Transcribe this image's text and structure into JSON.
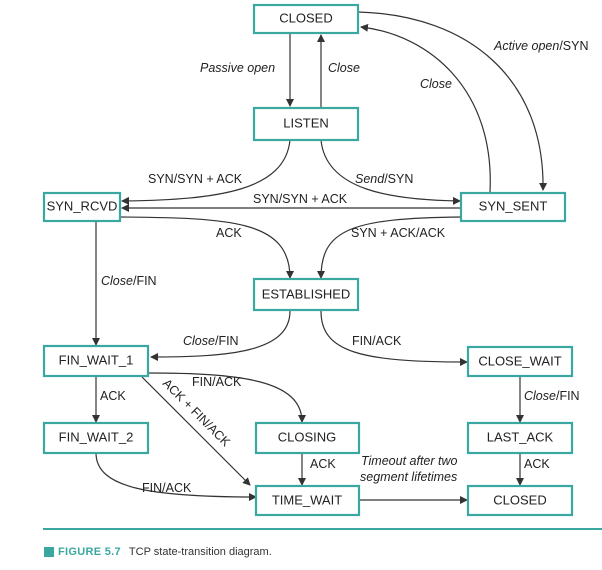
{
  "diagram": {
    "states": {
      "closed_top": "CLOSED",
      "listen": "LISTEN",
      "syn_rcvd": "SYN_RCVD",
      "syn_sent": "SYN_SENT",
      "established": "ESTABLISHED",
      "fin_wait_1": "FIN_WAIT_1",
      "fin_wait_2": "FIN_WAIT_2",
      "closing": "CLOSING",
      "time_wait": "TIME_WAIT",
      "close_wait": "CLOSE_WAIT",
      "last_ack": "LAST_ACK",
      "closed_bottom": "CLOSED"
    },
    "labels": {
      "passive_open": "Passive open",
      "close_listen": "Close",
      "active_open_event": "Active open",
      "active_open_action": "/SYN",
      "close_syn_sent": "Close",
      "syn_synack": "SYN/SYN + ACK",
      "send_event": "Send",
      "send_action": "/SYN",
      "syn_synack_mid": "SYN/SYN + ACK",
      "ack_rcvd": "ACK",
      "synack_ack": "SYN + ACK/ACK",
      "close_fin_event": "Close",
      "close_fin_action": "/FIN",
      "close_fin2_event": "Close",
      "close_fin2_action": "/FIN",
      "fin_ack_est": "FIN/ACK",
      "fin_ack_fw1": "FIN/ACK",
      "ack_fw1": "ACK",
      "ack_fin_ack": "ACK + FIN/ACK",
      "close_fin3_event": "Close",
      "close_fin3_action": "/FIN",
      "ack_closing": "ACK",
      "fin_ack_fw2": "FIN/ACK",
      "timeout_line1": "Timeout after two",
      "timeout_line2": "segment lifetimes",
      "ack_last": "ACK"
    }
  },
  "caption": {
    "figure": "FIGURE 5.7",
    "text": "TCP state-transition diagram."
  },
  "colors": {
    "accent": "#3aa8a0",
    "line": "#333333"
  }
}
